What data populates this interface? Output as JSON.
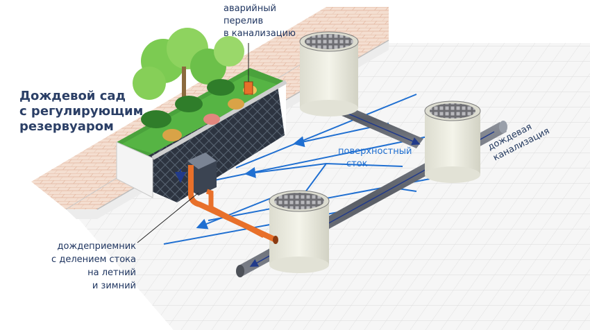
{
  "labels": {
    "title": [
      "Дождевой сад",
      "с регулирующим",
      "резервуаром"
    ],
    "overflow": [
      "аварийный",
      "перелив",
      "в канализацию"
    ],
    "inlet": [
      "дождеприемник",
      "с делением стока",
      "на летний",
      "и зимний"
    ],
    "surface_runoff": [
      "поверхностный",
      "сток"
    ],
    "storm_sewer": [
      "дождевая",
      "канализация"
    ]
  },
  "colors": {
    "title": "#2b3f66",
    "label": "#1f3560",
    "runoff_arrows": "#1f6fd1",
    "pipe_orange": "#e8702a",
    "pipe_grey": "#6b6f78",
    "vegetation": "#6cc04a",
    "paving_brick": "#f1d9c8",
    "ground_grid": "#e9e9e9"
  }
}
